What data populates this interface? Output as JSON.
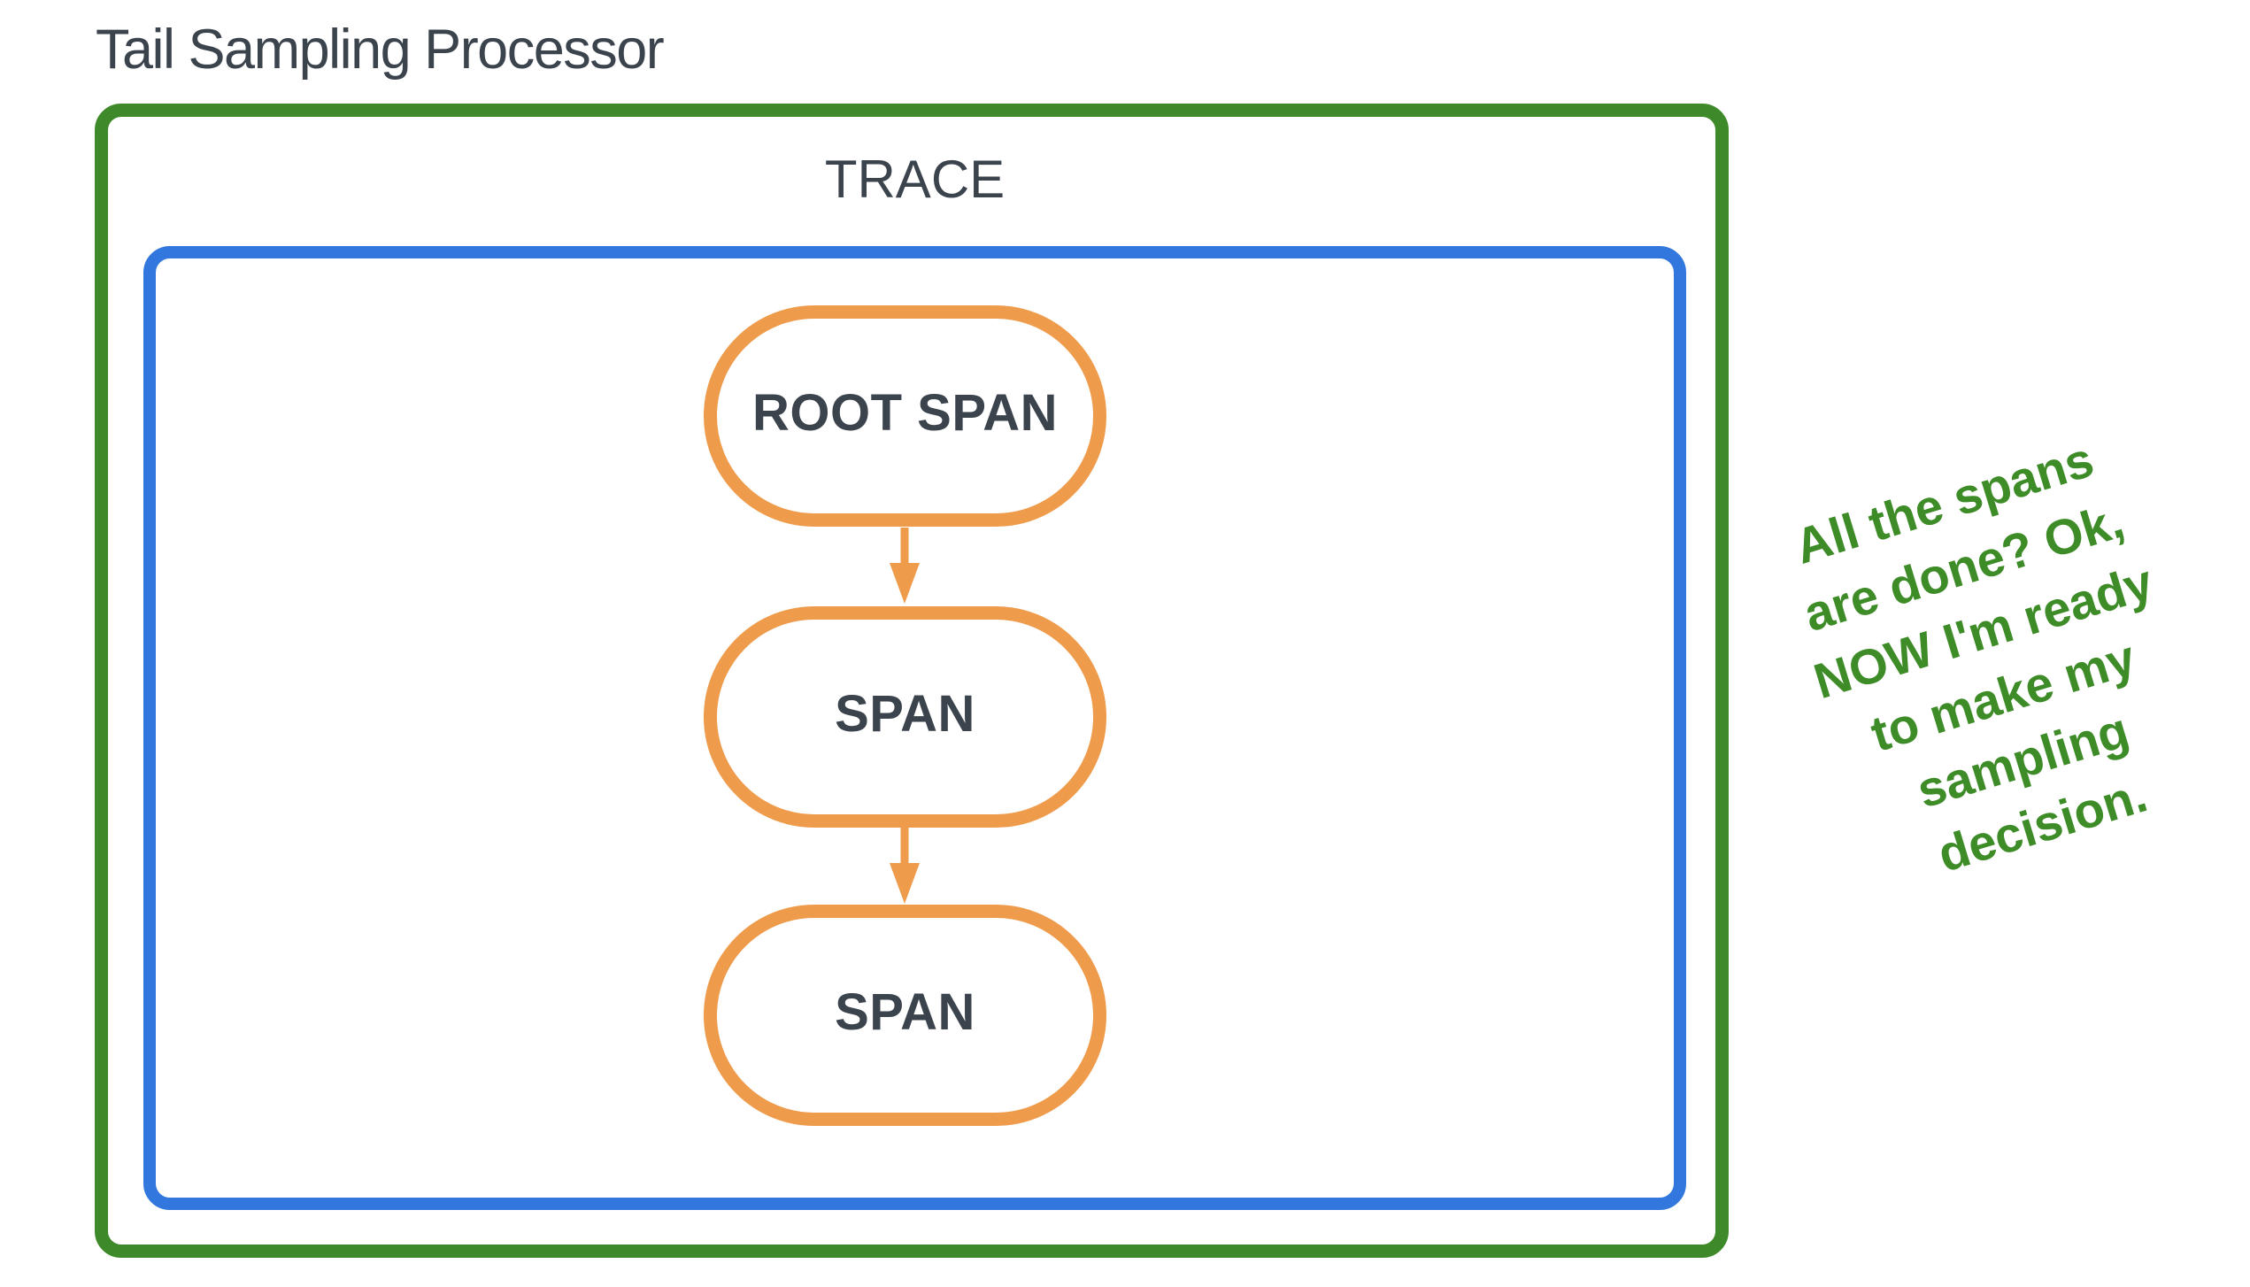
{
  "title": "Tail Sampling Processor",
  "trace": {
    "label": "TRACE"
  },
  "nodes": [
    {
      "id": "root-span",
      "label": "ROOT SPAN"
    },
    {
      "id": "span-1",
      "label": "SPAN"
    },
    {
      "id": "span-2",
      "label": "SPAN"
    }
  ],
  "connectors": [
    {
      "from": "root-span",
      "to": "span-1",
      "icon": "down-arrow"
    },
    {
      "from": "span-1",
      "to": "span-2",
      "icon": "down-arrow"
    }
  ],
  "annotation": {
    "text": "All the spans\nare done? Ok,\nNOW I'm ready\nto make my\nsampling\ndecision."
  },
  "icons": {
    "flow_arrow": "down-arrow"
  },
  "colors": {
    "container_green": "#3e8a2b",
    "trace_blue": "#3277de",
    "span_orange": "#ef9b4c",
    "text_dark": "#3b434d",
    "annotation_green": "#3d8c27",
    "background": "#ffffff"
  }
}
